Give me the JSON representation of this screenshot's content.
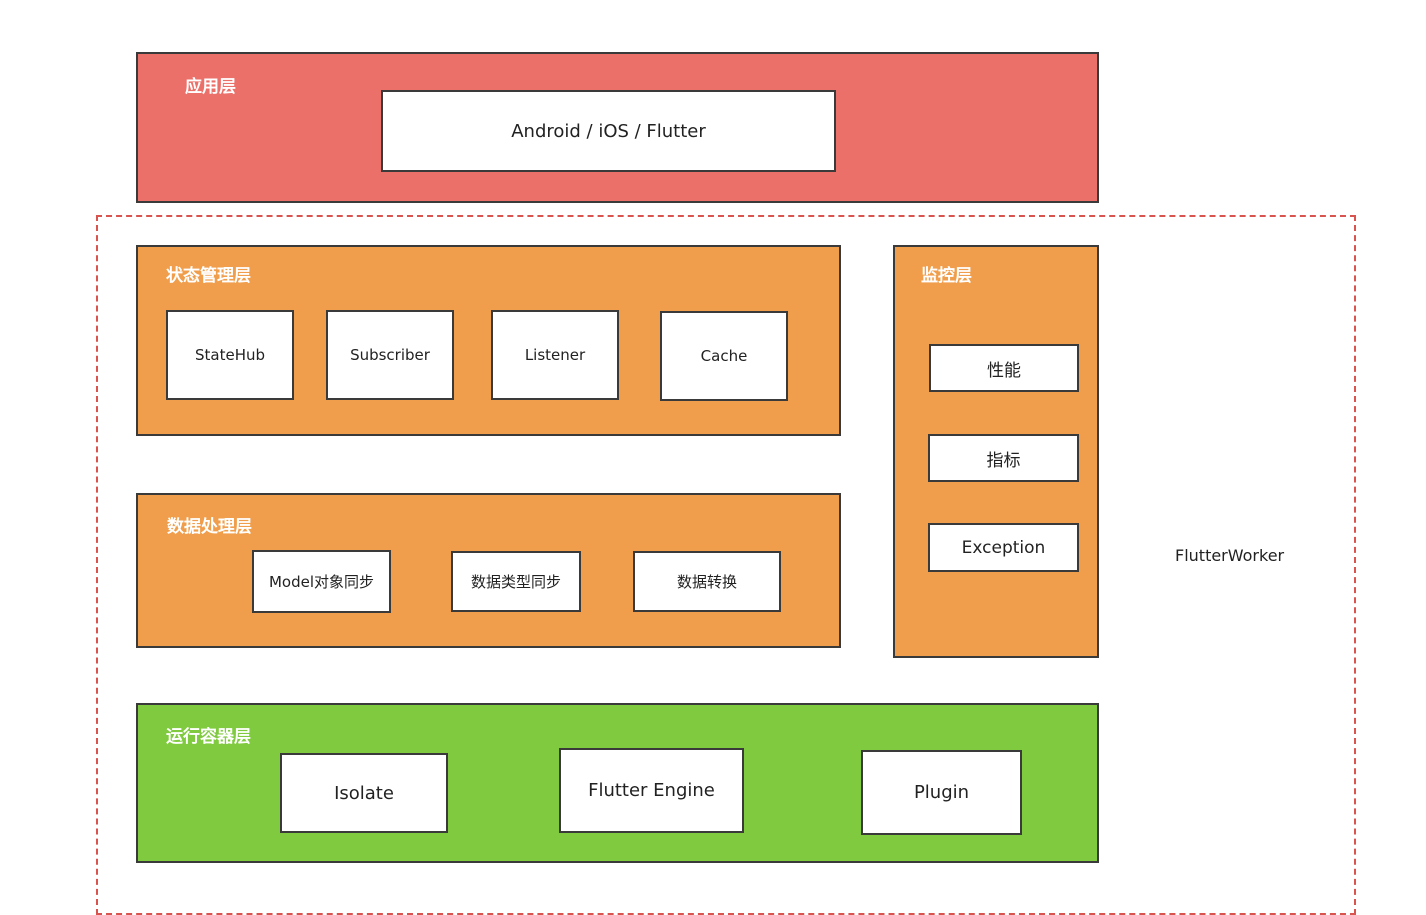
{
  "app_layer": {
    "title": "应用层",
    "platform": "Android / iOS / Flutter"
  },
  "worker": {
    "label": "FlutterWorker"
  },
  "state_layer": {
    "title": "状态管理层",
    "items": [
      "StateHub",
      "Subscriber",
      "Listener",
      "Cache"
    ]
  },
  "monitor_layer": {
    "title": "监控层",
    "items": [
      "性能",
      "指标",
      "Exception"
    ]
  },
  "data_layer": {
    "title": "数据处理层",
    "items": [
      "Model对象同步",
      "数据类型同步",
      "数据转换"
    ]
  },
  "runtime_layer": {
    "title": "运行容器层",
    "items": [
      "Isolate",
      "Flutter Engine",
      "Plugin"
    ]
  },
  "colors": {
    "app_layer": "#ec706a",
    "middle_layers": "#f09e4b",
    "runtime_layer": "#7fca3e",
    "frame_dash": "#d9534f"
  }
}
